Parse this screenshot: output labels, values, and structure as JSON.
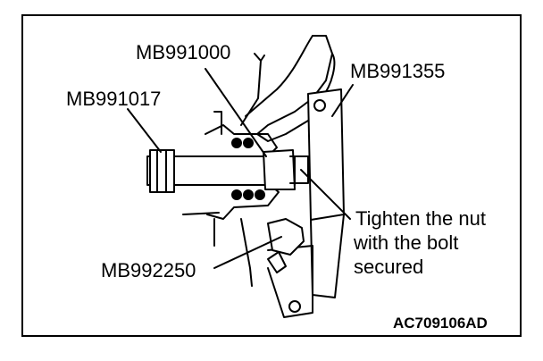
{
  "labels": {
    "tool_mb991000": "MB991000",
    "tool_mb991017": "MB991017",
    "tool_mb991355": "MB991355",
    "tool_mb992250": "MB992250",
    "note_line1": "Tighten the nut",
    "note_line2": "with the bolt",
    "note_line3": "secured"
  },
  "figure_code": "AC709106AD"
}
